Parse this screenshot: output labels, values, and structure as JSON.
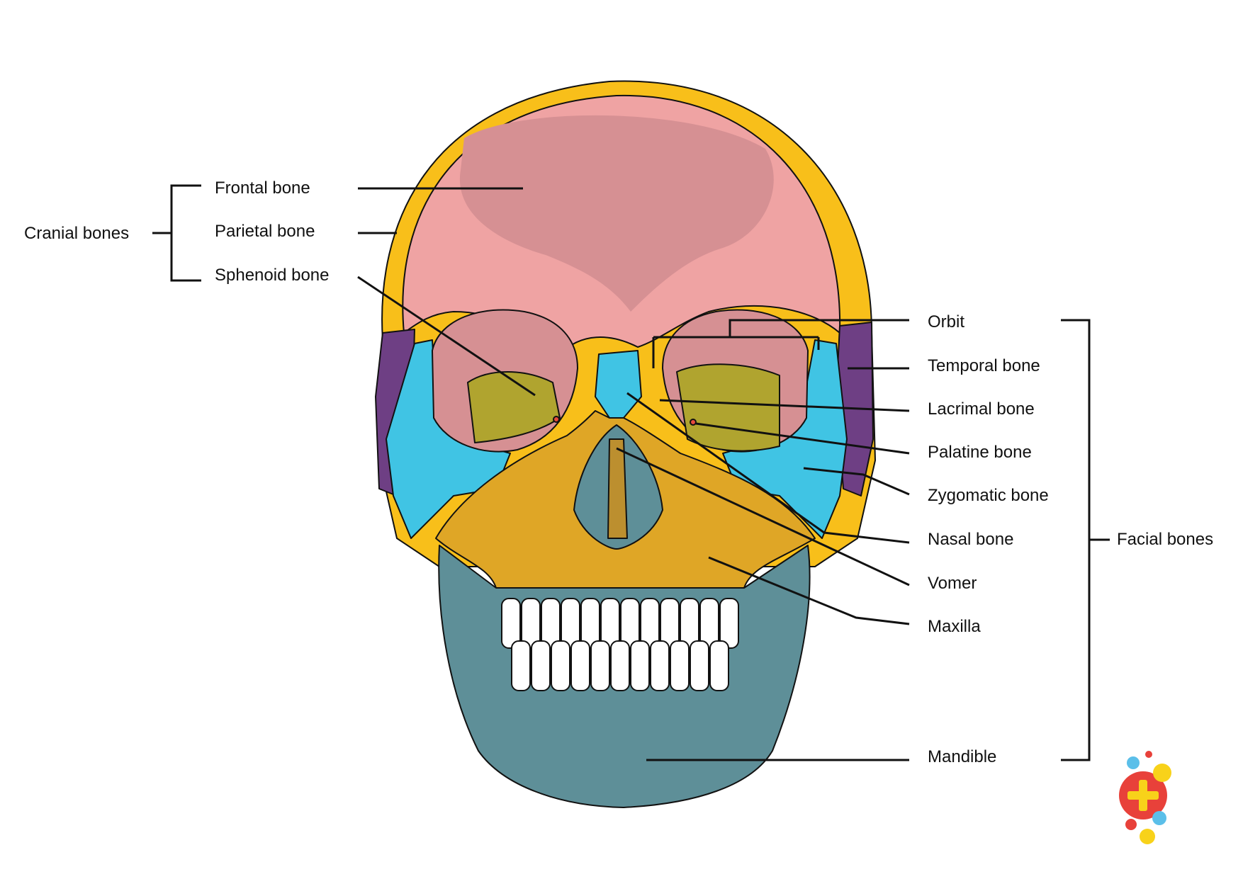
{
  "groups": {
    "cranial": {
      "label": "Cranial bones",
      "items": [
        "Frontal bone",
        "Parietal bone",
        "Sphenoid bone"
      ]
    },
    "facial": {
      "label": "Facial bones",
      "items": [
        "Orbit",
        "Temporal bone",
        "Lacrimal bone",
        "Palatine bone",
        "Zygomatic bone",
        "Nasal bone",
        "Vomer",
        "Maxilla",
        "Mandible"
      ]
    }
  },
  "colors": {
    "frontal": "#efa3a3",
    "frontal_shade": "#d69093",
    "parietal": "#f8bf1a",
    "parietal_shade": "#bc8f2f",
    "sphenoid": "#b0a42f",
    "temporal": "#6e3f84",
    "zygomatic": "#40c4e4",
    "maxilla": "#f8bf1a",
    "maxilla_shade": "#dfa626",
    "mandible": "#5e8f98",
    "nasal": "#40c4e4",
    "palatine": "#e84a3d",
    "teeth": "#ffffff",
    "outline": "#111111"
  },
  "icons": [
    "medical-plus-logo-icon"
  ]
}
